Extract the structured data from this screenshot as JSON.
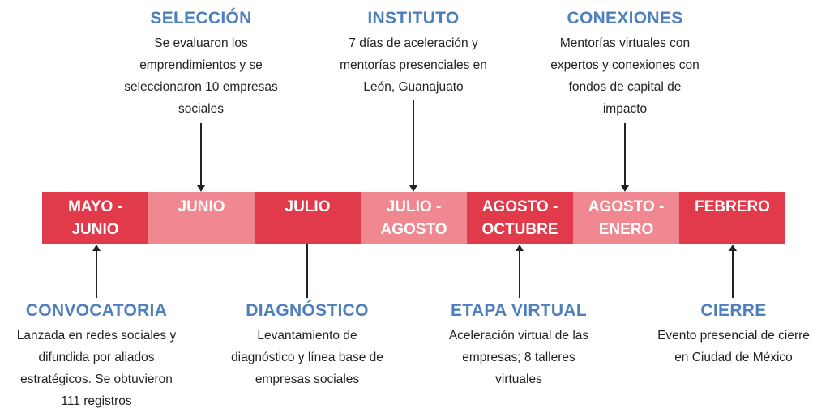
{
  "periods": [
    {
      "line1": "MAYO -",
      "line2": "JUNIO",
      "tone": "dark"
    },
    {
      "line1": "JUNIO",
      "line2": "",
      "tone": "light"
    },
    {
      "line1": "JULIO",
      "line2": "",
      "tone": "dark"
    },
    {
      "line1": "JULIO -",
      "line2": "AGOSTO",
      "tone": "light"
    },
    {
      "line1": "AGOSTO -",
      "line2": "OCTUBRE",
      "tone": "dark"
    },
    {
      "line1": "AGOSTO -",
      "line2": "ENERO",
      "tone": "light"
    },
    {
      "line1": "FEBRERO",
      "line2": "",
      "tone": "dark"
    }
  ],
  "events_top": [
    {
      "title": "SELECCIÓN",
      "lines": [
        "Se evaluaron los",
        "emprendimientos y se",
        "seleccionaron 10 empresas",
        "sociales"
      ]
    },
    {
      "title": "INSTITUTO",
      "lines": [
        "7 días de aceleración y",
        "mentorías presenciales en",
        "León, Guanajuato"
      ]
    },
    {
      "title": "CONEXIONES",
      "lines": [
        "Mentorías virtuales con",
        "expertos y conexiones con",
        "fondos de capital de",
        "impacto"
      ]
    }
  ],
  "events_bottom": [
    {
      "title": "CONVOCATORIA",
      "lines": [
        "Lanzada en redes sociales y",
        "difundida por aliados",
        "estratégicos. Se obtuvieron",
        "111 registros"
      ]
    },
    {
      "title": "DIAGNÓSTICO",
      "lines": [
        "Levantamiento de",
        "diagnóstico y línea base de",
        "empresas sociales"
      ]
    },
    {
      "title": "ETAPA VIRTUAL",
      "lines": [
        "Aceleración virtual de las",
        "empresas; 8 talleres",
        "virtuales"
      ]
    },
    {
      "title": "CIERRE",
      "lines": [
        "Evento presencial de cierre",
        "en Ciudad de México"
      ]
    }
  ],
  "colors": {
    "dark": "#e13a4b",
    "light": "#ef8891",
    "title": "#4d7fbf",
    "text": "#222222"
  }
}
